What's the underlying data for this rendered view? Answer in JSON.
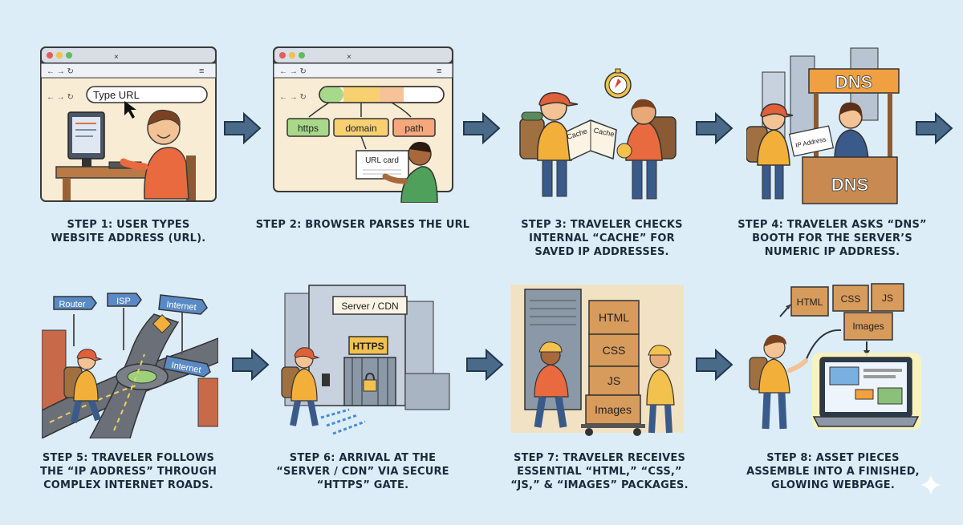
{
  "steps": [
    {
      "caption": [
        "STEP 1: USER TYPES",
        "WEBSITE ADDRESS (URL)."
      ],
      "url_text": "Type URL"
    },
    {
      "caption": [
        "STEP 2: BROWSER PARSES THE URL"
      ],
      "parts": [
        "https",
        "domain",
        "path"
      ],
      "card": "URL card"
    },
    {
      "caption": [
        "STEP 3: TRAVELER CHECKS",
        "INTERNAL “CACHE” FOR",
        "SAVED IP ADDRESSES."
      ],
      "book_left": "Cache",
      "book_right": "Cache"
    },
    {
      "caption": [
        "STEP 4: TRAVELER ASKS “DNS”",
        "BOOTH FOR THE SERVER’S",
        "NUMERIC IP ADDRESS."
      ],
      "sign_top": "DNS",
      "sign_bottom": "DNS",
      "paper": "IP Address"
    },
    {
      "caption": [
        "STEP 5: TRAVELER FOLLOWS",
        "THE “IP ADDRESS” THROUGH",
        "COMPLEX INTERNET ROADS."
      ],
      "signs": [
        "Router",
        "ISP",
        "Internet",
        "Internet"
      ]
    },
    {
      "caption": [
        "STEP 6: ARRIVAL AT THE",
        "“SERVER / CDN” VIA SECURE",
        "“HTTPS” GATE."
      ],
      "server_sign": "Server / CDN",
      "gate_sign": "HTTPS"
    },
    {
      "caption": [
        "STEP 7: TRAVELER RECEIVES",
        "ESSENTIAL “HTML,” “CSS,”",
        "“JS,” & “IMAGES” PACKAGES."
      ],
      "boxes": [
        "HTML",
        "CSS",
        "JS",
        "Images"
      ]
    },
    {
      "caption": [
        "STEP 8: ASSET PIECES",
        "ASSEMBLE INTO A FINISHED,",
        "GLOWING WEBPAGE."
      ],
      "boxes": [
        "HTML",
        "CSS",
        "JS",
        "Images"
      ]
    }
  ],
  "colors": {
    "background": "#dcedf8",
    "arrow": "#4a6a8a",
    "https": "#a8d88a",
    "domain": "#f7d070",
    "path": "#f6a87a",
    "box": "#d79b5c",
    "dns_sign": "#f0a040"
  }
}
